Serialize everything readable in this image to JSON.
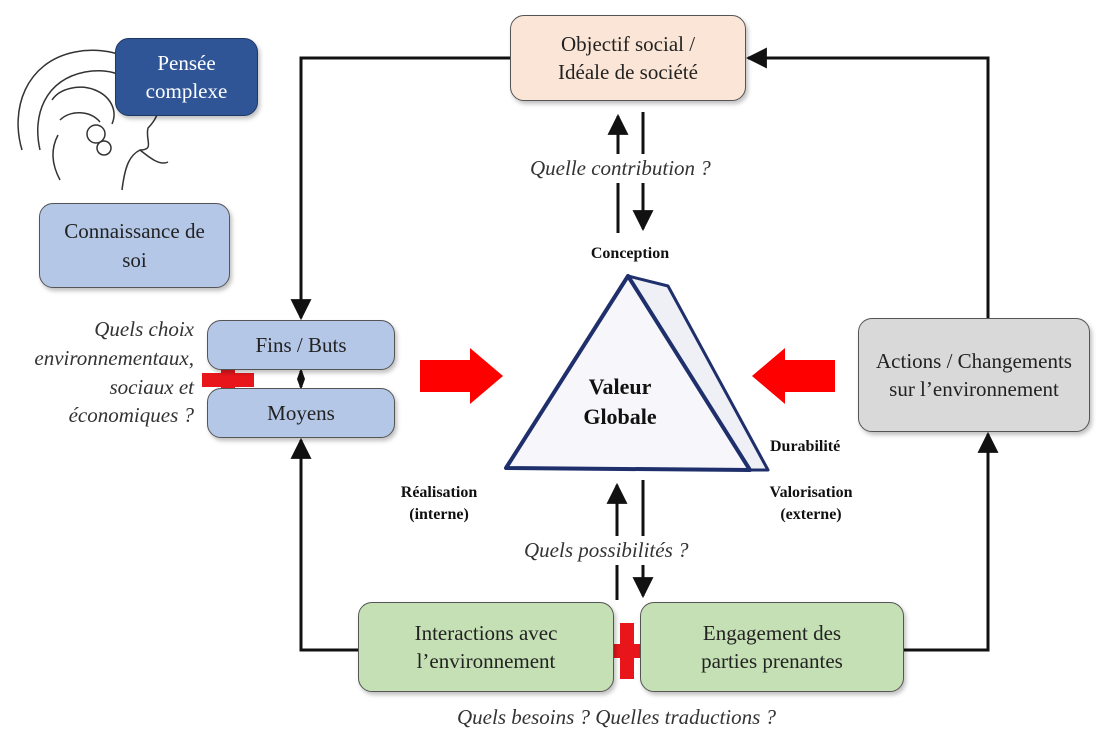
{
  "boxes": {
    "objectif": "Objectif social / Idéale de société",
    "pensee": "Pensée complexe",
    "connaissance": "Connaissance de soi",
    "fins": "Fins / Buts",
    "moyens": "Moyens",
    "actions": "Actions / Changements sur l’environnement",
    "interactions": "Interactions avec l’environnement",
    "engagement": "Engagement des parties prenantes"
  },
  "questions": {
    "contribution": "Quelle contribution ?",
    "choix": "Quels choix environnementaux, sociaux et économiques ?",
    "possibilites": "Quels possibilités ?",
    "besoins": "Quels besoins ? Quelles traductions ?"
  },
  "triangle": {
    "center": "Valeur Globale",
    "top": "Conception",
    "left": "Réalisation (interne)",
    "right": "Valorisation (externe)",
    "depth": "Durabilité"
  },
  "colors": {
    "red_arrow": "#ff0000",
    "triangle_stroke": "#1f2f6b",
    "pensee_box": "#2f5597",
    "blue_box": "#b4c7e7",
    "peach_box": "#fbe5d6",
    "green_box": "#c5e0b4",
    "gray_box": "#d9d9d9"
  }
}
